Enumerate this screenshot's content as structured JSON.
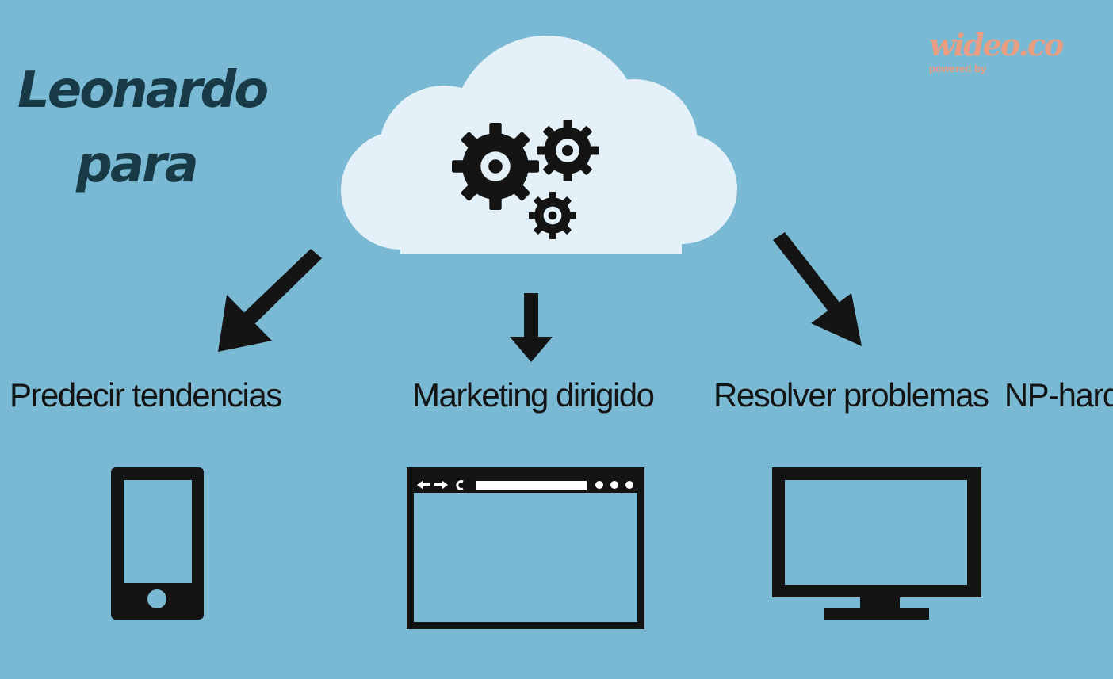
{
  "title": {
    "line1": "Leonardo",
    "line2": "para"
  },
  "watermark": {
    "brand": "wideo.co",
    "subtitle": "powered by"
  },
  "source_node": {
    "icon": "cloud-gears-icon"
  },
  "nodes": [
    {
      "label": "Predecir tendencias",
      "icon": "smartphone-icon"
    },
    {
      "label": "Marketing dirigido",
      "icon": "browser-window-icon"
    },
    {
      "label": "Resolver problemas  NP-hard",
      "icon": "desktop-monitor-icon"
    }
  ],
  "colors": {
    "background": "#79b9d4",
    "cloud": "#e4f1f8",
    "ink": "#141414",
    "title": "#183a47",
    "watermark": "#e79e82"
  }
}
